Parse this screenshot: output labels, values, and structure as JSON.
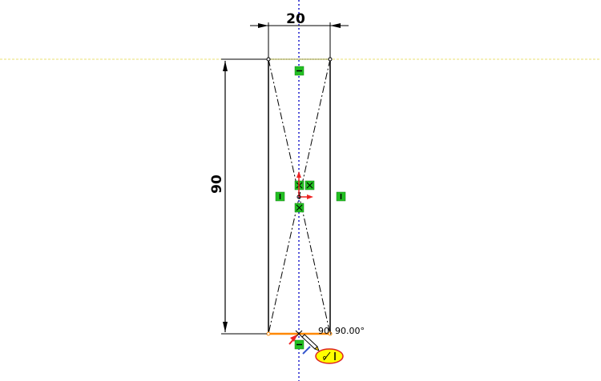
{
  "sketch": {
    "width_dimension": "20",
    "height_dimension": "90",
    "cursor_readout": "90, 90.00°"
  },
  "colors": {
    "sketch_line": "#000000",
    "centerline": "#1a1acc",
    "horizon": "#e8e070",
    "relation_marker": "#22c022",
    "active_edge": "#ff8800",
    "origin_arrow": "#ee2222",
    "callout": "#ffff00",
    "callout_border": "#dd2222"
  },
  "icons": {
    "relation_horizontal": "horizontal-relation-icon",
    "relation_vertical": "vertical-relation-icon",
    "relation_coincident": "coincident-relation-icon",
    "cursor": "line-pencil-cursor-icon",
    "inference": "perpendicular-inference-icon"
  }
}
